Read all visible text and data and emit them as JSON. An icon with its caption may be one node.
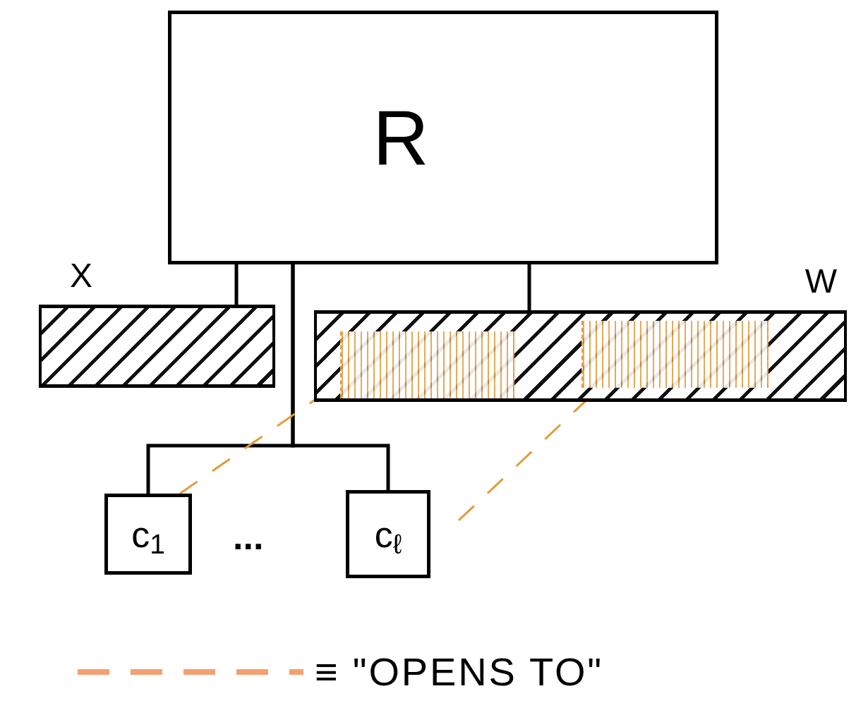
{
  "diagram": {
    "nodes": [
      {
        "text": [
          "R"
        ]
      },
      {
        "text": [
          "X"
        ]
      },
      {
        "text": [
          "W"
        ]
      },
      {
        "text": [],
        "shape": "box",
        "in": 2
      },
      {
        "text": [],
        "shape": "box",
        "in": 2
      },
      {
        "text": [
          "c$_{1}$"
        ]
      },
      {
        "text": [
          "c$_{ℓ}$"
        ]
      }
    ],
    "edges": [
      {
        "from": 0,
        "to": 1,
        "arrow": "none"
      },
      {
        "from": 0,
        "to": 2,
        "arrow": "none"
      },
      {
        "from": 0,
        "to": 5,
        "arrow": "none"
      },
      {
        "from": 0,
        "to": 6,
        "arrow": "none"
      },
      {
        "from": 5,
        "to": 3,
        "arrow": "none",
        "style": "dashed",
        "color": "#e39a3a"
      },
      {
        "from": 6,
        "to": 4,
        "arrow": "none",
        "style": "dashed",
        "color": "#e39a3a"
      }
    ],
    "labels": [
      "..."
    ],
    "legend": [
      {
        "text": "≡ \"OPENS TO\""
      }
    ]
  }
}
